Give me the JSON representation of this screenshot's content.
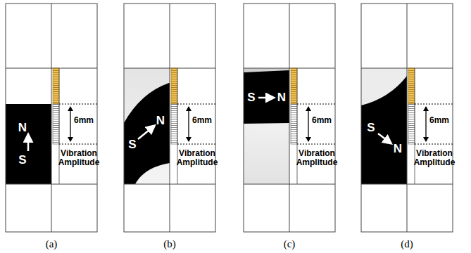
{
  "diagram": {
    "labels": [
      "N",
      "S",
      "6mm",
      "Vibration Amplitude",
      "(a)",
      "S",
      "N",
      "6mm",
      "Vibration Amplitude",
      "(b)",
      "S",
      "N",
      "6mm",
      "Vibration Amplitude",
      "(c)",
      "S",
      "N",
      "6mm",
      "Vibration Amplitude",
      "(d)"
    ]
  }
}
